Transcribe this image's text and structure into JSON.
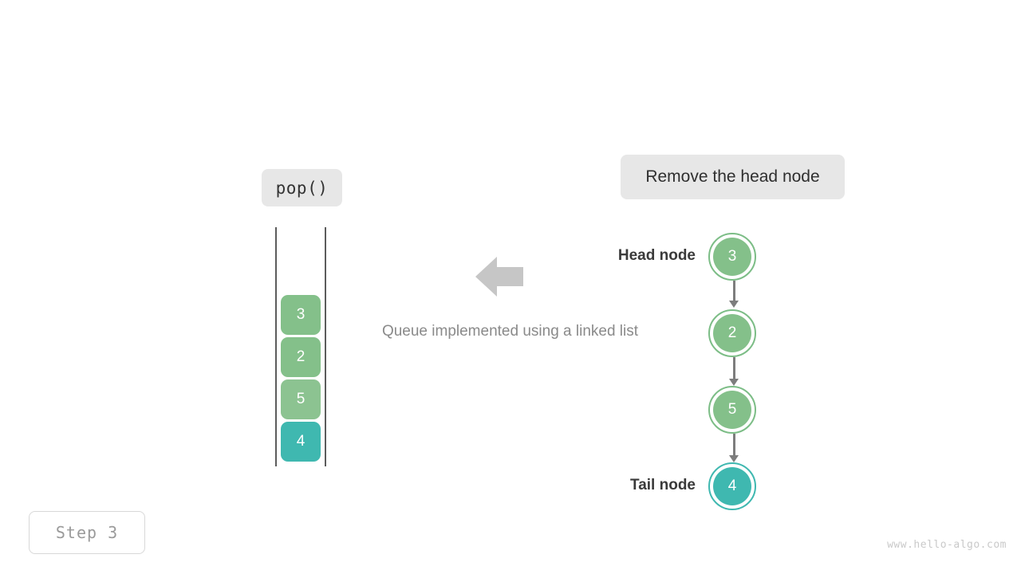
{
  "operation": {
    "label": "pop()"
  },
  "action": {
    "label": "Remove the head node"
  },
  "caption": {
    "text": "Queue implemented using a linked list"
  },
  "queue": {
    "cells": [
      {
        "value": "3",
        "color": "#84c08a"
      },
      {
        "value": "2",
        "color": "#84c08a"
      },
      {
        "value": "5",
        "color": "#8cc391"
      },
      {
        "value": "4",
        "color": "#3fb8b0"
      }
    ]
  },
  "linked_list": {
    "head_label": "Head node",
    "tail_label": "Tail node",
    "nodes": [
      {
        "value": "3",
        "kind": "green"
      },
      {
        "value": "2",
        "kind": "green"
      },
      {
        "value": "5",
        "kind": "green"
      },
      {
        "value": "4",
        "kind": "teal"
      }
    ]
  },
  "footer": {
    "step": "Step 3",
    "watermark": "www.hello-algo.com"
  },
  "colors": {
    "green": "#84c08a",
    "green_ring": "#7cbd86",
    "teal": "#3fb8b0",
    "arrow_gray": "#c6c6c6",
    "connector_gray": "#7d7d7d",
    "pill_bg": "#e7e7e7"
  }
}
